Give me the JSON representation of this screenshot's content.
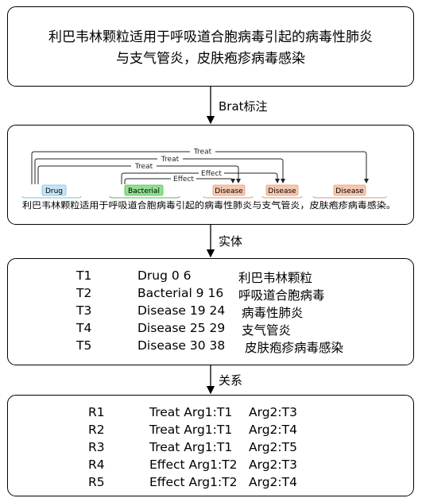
{
  "source_text": {
    "line1": "利巴韦林颗粒适用于呼吸道合胞病毒引起的病毒性肺炎",
    "line2": "与支气管炎，皮肤疱疹病毒感染"
  },
  "steps": {
    "step1": "Brat标注",
    "step2": "实体",
    "step3": "关系"
  },
  "brat": {
    "sentence": "利巴韦林颗粒适用于呼吸道合胞病毒引起的病毒性肺炎与支气管炎，皮肤疱疹病毒感染。",
    "labels": [
      "Drug",
      "Bacterial",
      "Disease",
      "Disease",
      "Disease"
    ],
    "arcs": [
      "Treat",
      "Treat",
      "Treat",
      "Effect",
      "Effect"
    ],
    "colors": {
      "drug_bg": "#c6e4f5",
      "drug_border": "#7bbde3",
      "bacterial_bg": "#8fe08f",
      "bacterial_border": "#55b955",
      "disease_bg": "#f6c8b0",
      "disease_border": "#e09a78"
    }
  },
  "entities": [
    {
      "id": "T1",
      "type_span": "Drug 0 6",
      "text": "利巴韦林颗粒"
    },
    {
      "id": "T2",
      "type_span": "Bacterial 9 16",
      "text": "呼吸道合胞病毒"
    },
    {
      "id": "T3",
      "type_span": "Disease 19 24",
      "text": "病毒性肺炎"
    },
    {
      "id": "T4",
      "type_span": "Disease 25 29",
      "text": "支气管炎"
    },
    {
      "id": "T5",
      "type_span": "Disease 30 38",
      "text": "皮肤疱疹病毒感染"
    }
  ],
  "relations": [
    {
      "id": "R1",
      "type_arg1": "Treat Arg1:T1",
      "arg2": "Arg2:T3"
    },
    {
      "id": "R2",
      "type_arg1": "Treat Arg1:T1",
      "arg2": "Arg2:T4"
    },
    {
      "id": "R3",
      "type_arg1": "Treat Arg1:T1",
      "arg2": "Arg2:T5"
    },
    {
      "id": "R4",
      "type_arg1": "Effect Arg1:T2",
      "arg2": "Arg2:T3"
    },
    {
      "id": "R5",
      "type_arg1": "Effect Arg1:T2",
      "arg2": "Arg2:T4"
    }
  ]
}
